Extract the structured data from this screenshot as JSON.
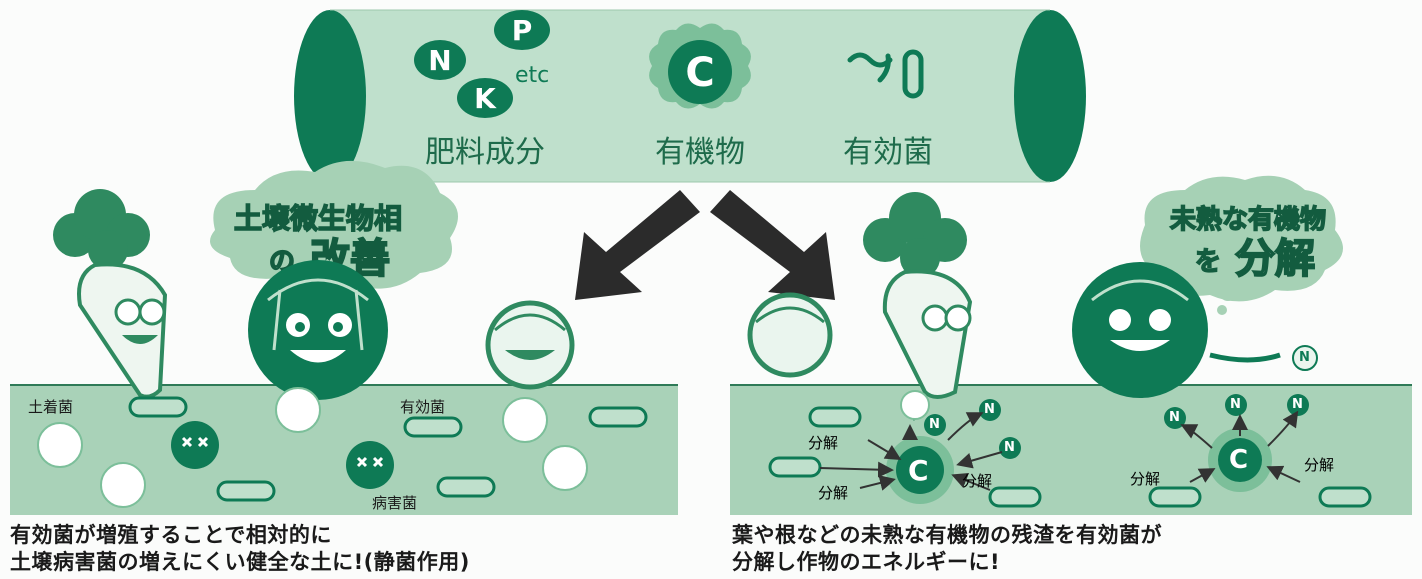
{
  "tube": {
    "nutrients": {
      "letters": [
        "N",
        "P",
        "K"
      ],
      "etc_label": "etc",
      "label": "肥料成分"
    },
    "organic": {
      "letter": "C",
      "label": "有機物"
    },
    "bacteria": {
      "label": "有効菌"
    }
  },
  "left_panel": {
    "bubble_line1": "土壌微生物相",
    "bubble_line2_prefix": "の",
    "bubble_line2_main": "改善",
    "labels": {
      "soil_bacteria": "土着菌",
      "effective_bacteria": "有効菌",
      "pathogen": "病害菌"
    },
    "caption_line1": "有効菌が増殖することで相対的に",
    "caption_line2": "土壌病害菌の増えにくい健全な土に!(静菌作用)"
  },
  "right_panel": {
    "bubble_line1": "未熟な有機物",
    "bubble_line2_prefix": "を",
    "bubble_line2_main": "分解",
    "center_letter": "C",
    "nitrogen_letter": "N",
    "decompose_label": "分解",
    "caption_line1": "葉や根などの未熟な有機物の残渣を有効菌が",
    "caption_line2": "分解し作物のエネルギーに!"
  },
  "colors": {
    "green_dark": "#0e7a55",
    "green_mid": "#4aa37a",
    "green_light": "#c9e4d3",
    "soil": "#a9d2b8",
    "arrow": "#2b2b2b"
  }
}
